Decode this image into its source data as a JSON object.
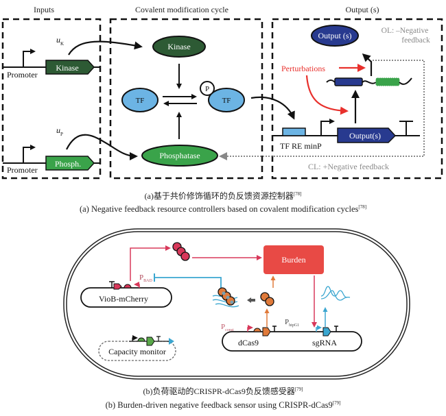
{
  "panel_a": {
    "sections": {
      "inputs": "Inputs",
      "cycle": "Covalent modification cycle",
      "output": "Output (s)"
    },
    "inputs": {
      "uk_base": "u",
      "uk_sub": "K",
      "up_base": "u",
      "up_sub": "P",
      "promoter1": "Promoter",
      "promoter2": "Promoter",
      "kinase_gene": "Kinase",
      "phosph_gene": "Phosph."
    },
    "cycle": {
      "kinase": "Kinase",
      "tf_left": "TF",
      "tf_right": "TF",
      "p_circle": "P",
      "phosphatase": "Phosphatase"
    },
    "output": {
      "output_protein": "Output (s)",
      "ol_line1": "OL: –Negative",
      "ol_line2": "feedback",
      "perturbations": "Perturbations",
      "tf_re_minp": "TF RE minP",
      "output_gene": "Output(s)",
      "cl_label": "CL: +Negative feedback"
    },
    "colors": {
      "dark_green": "#2d5a34",
      "green": "#3aa34a",
      "light_blue": "#6cb4e4",
      "navy": "#283a8f",
      "red": "#e8302c",
      "gray": "#888888"
    },
    "caption_cn": "(a)基于共价修饰循环的负反馈资源控制器",
    "caption_cn_ref": "[78]",
    "caption_en": "(a) Negative feedback resource controllers based on covalent modification cycles",
    "caption_en_ref": "[78]"
  },
  "panel_b": {
    "burden": "Burden",
    "viob": "VioB-mCherry",
    "pbad_base": "P",
    "pbad_sub": "BAD",
    "capacity": "Capacity monitor",
    "pconst_base": "P",
    "pconst_sub": "const",
    "phtpg1_base": "P",
    "phtpg1_sub": "htpG1",
    "dcas9": "dCas9",
    "sgrna": "sgRNA",
    "colors": {
      "crimson": "#d8385a",
      "burden_red": "#e84a45",
      "orange": "#e07a3a",
      "cyan": "#3aa6d0",
      "green": "#5aa84a"
    },
    "caption_cn": "(b)负荷驱动的CRISPR-dCas9负反馈感受器",
    "caption_cn_ref": "[79]",
    "caption_en": "(b) Burden-driven negative feedback sensor using CRISPR-dCas9",
    "caption_en_ref": "[79]"
  }
}
